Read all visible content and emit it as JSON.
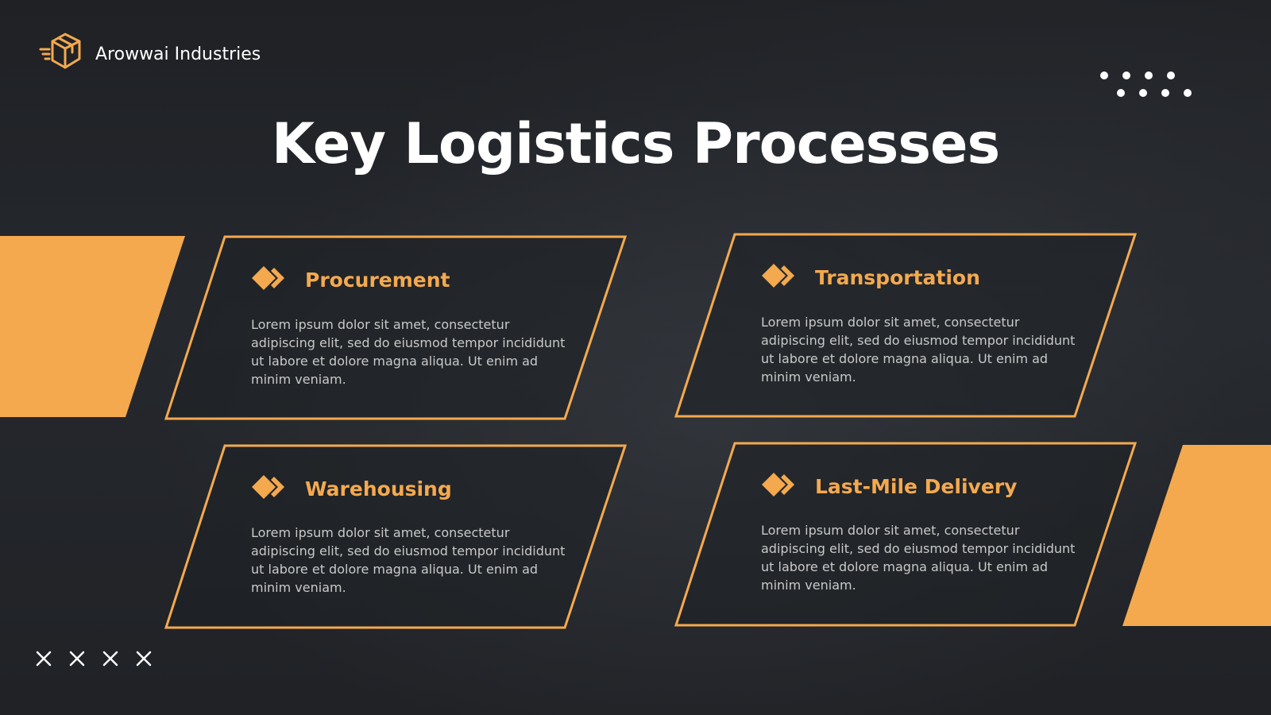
{
  "brand": {
    "name": "Arowwai Industries",
    "icon": "box-icon"
  },
  "title": "Key Logistics Processes",
  "colors": {
    "accent": "#f4a94f",
    "background": "#23252a",
    "text": "#ffffff",
    "body_text": "#c9c9c9"
  },
  "cards": [
    {
      "title": "Procurement",
      "body": "Lorem ipsum dolor sit amet, consectetur adipiscing elit, sed do eiusmod tempor incididunt ut labore et dolore magna aliqua. Ut enim ad minim veniam.",
      "icon": "double-diamond-icon"
    },
    {
      "title": "Transportation",
      "body": "Lorem ipsum dolor sit amet, consectetur adipiscing elit, sed do eiusmod tempor incididunt ut labore et dolore magna aliqua. Ut enim ad minim veniam.",
      "icon": "double-diamond-icon"
    },
    {
      "title": "Warehousing",
      "body": "Lorem ipsum dolor sit amet, consectetur adipiscing elit, sed do eiusmod tempor incididunt ut labore et dolore magna aliqua. Ut enim ad minim veniam.",
      "icon": "double-diamond-icon"
    },
    {
      "title": "Last-Mile Delivery",
      "body": "Lorem ipsum dolor sit amet, consectetur adipiscing elit, sed do eiusmod tempor incididunt ut labore et dolore magna aliqua. Ut enim ad minim veniam.",
      "icon": "double-diamond-icon"
    }
  ]
}
